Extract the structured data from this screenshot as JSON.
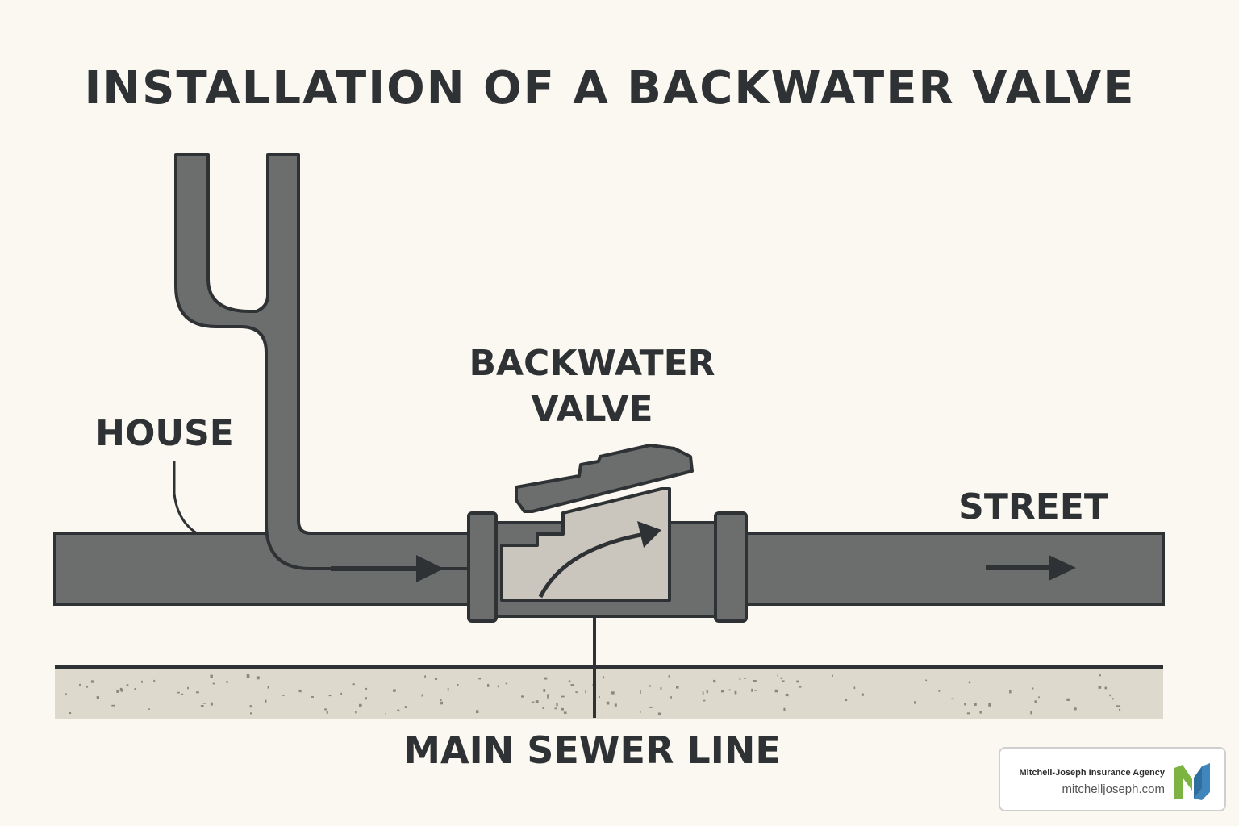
{
  "title": "INSTALLATION OF A BACKWATER VALVE",
  "labels": {
    "house": "HOUSE",
    "valve_line1": "BACKWATER",
    "valve_line2": "VALVE",
    "street": "STREET",
    "main_sewer": "MAIN SEWER LINE"
  },
  "brand": {
    "name": "Mitchell-Joseph Insurance Agency",
    "url": "mitchelljoseph.com",
    "logo_icon": "mj-logo-icon",
    "logo_colors": {
      "green": "#7cb342",
      "blue": "#2f6f9f"
    }
  },
  "colors": {
    "background": "#fbf8f1",
    "pipe_fill": "#6c6e6d",
    "pipe_outline": "#2f3235",
    "valve_chamber": "#cbc6bd",
    "ground": "#ddd9cd",
    "text": "#2f3235"
  }
}
